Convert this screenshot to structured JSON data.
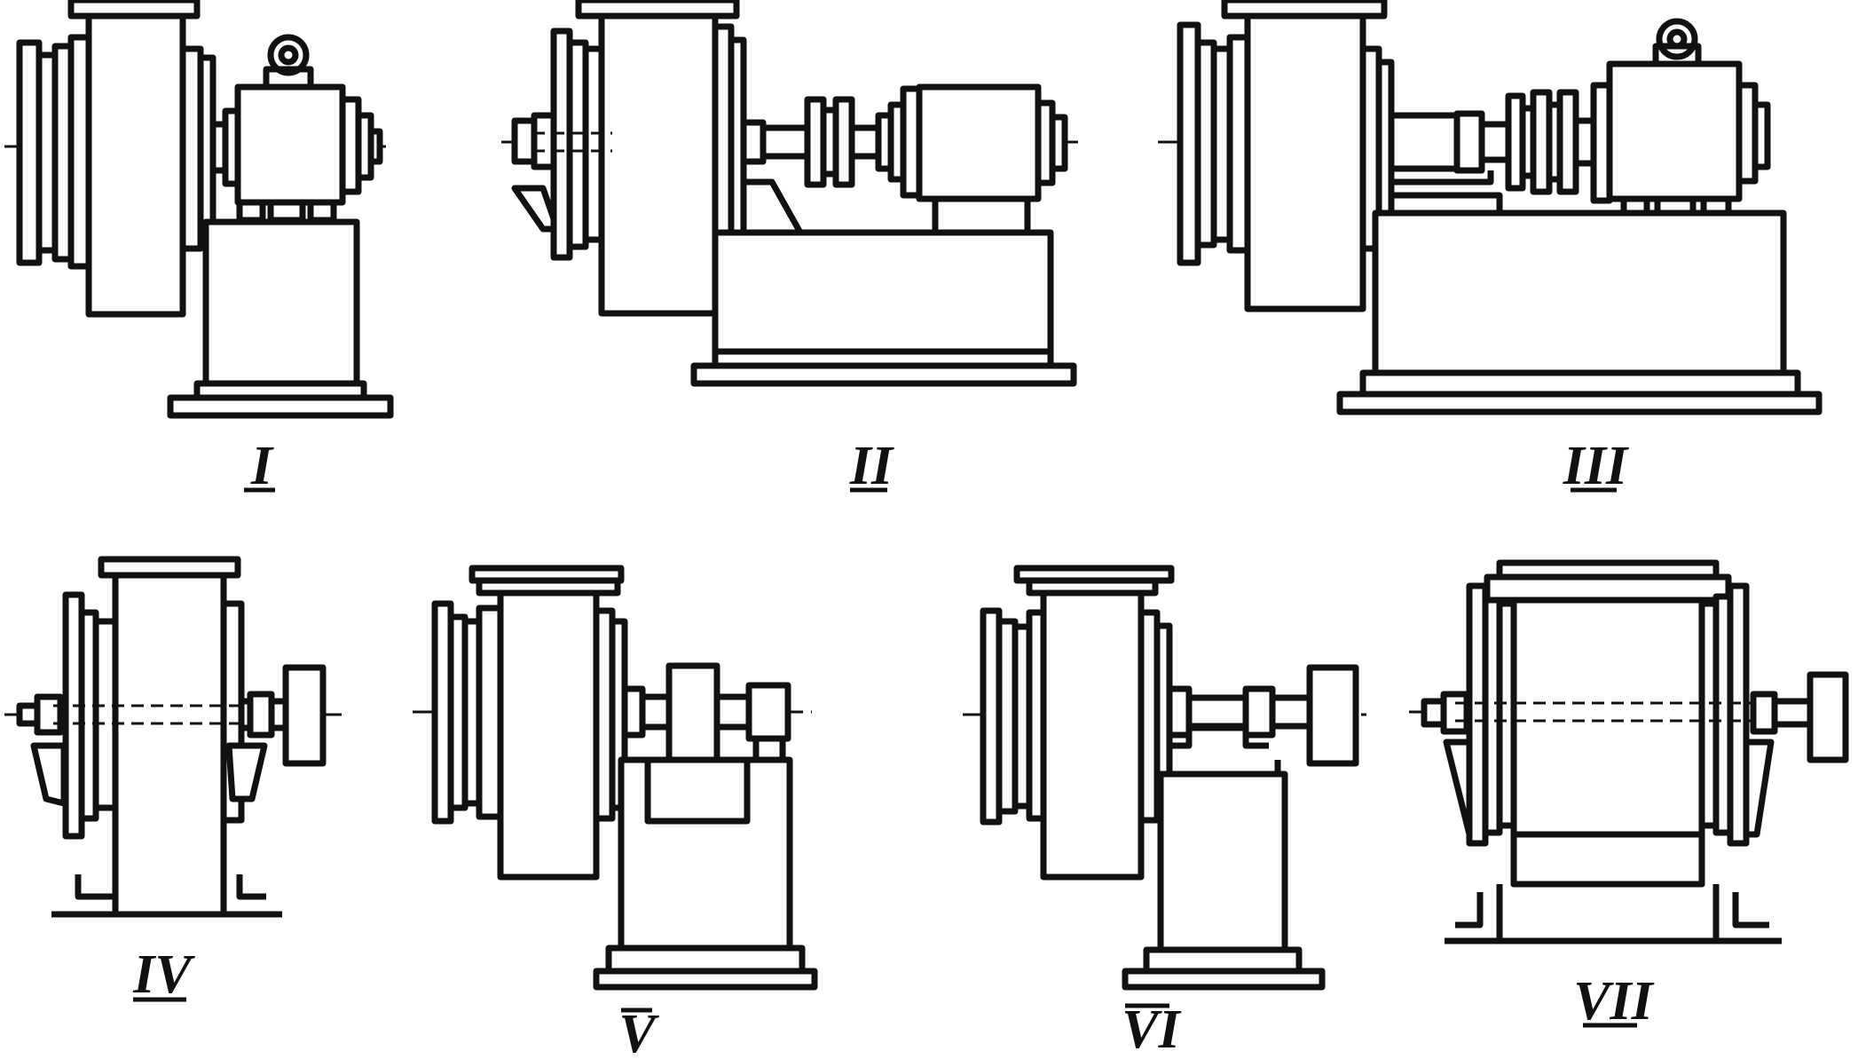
{
  "diagram": {
    "variants": [
      {
        "id": "I",
        "label": "I"
      },
      {
        "id": "II",
        "label": "II"
      },
      {
        "id": "III",
        "label": "III"
      },
      {
        "id": "IV",
        "label": "IV"
      },
      {
        "id": "V",
        "label": "V"
      },
      {
        "id": "VI",
        "label": "VI"
      },
      {
        "id": "VII",
        "label": "VII"
      }
    ]
  }
}
